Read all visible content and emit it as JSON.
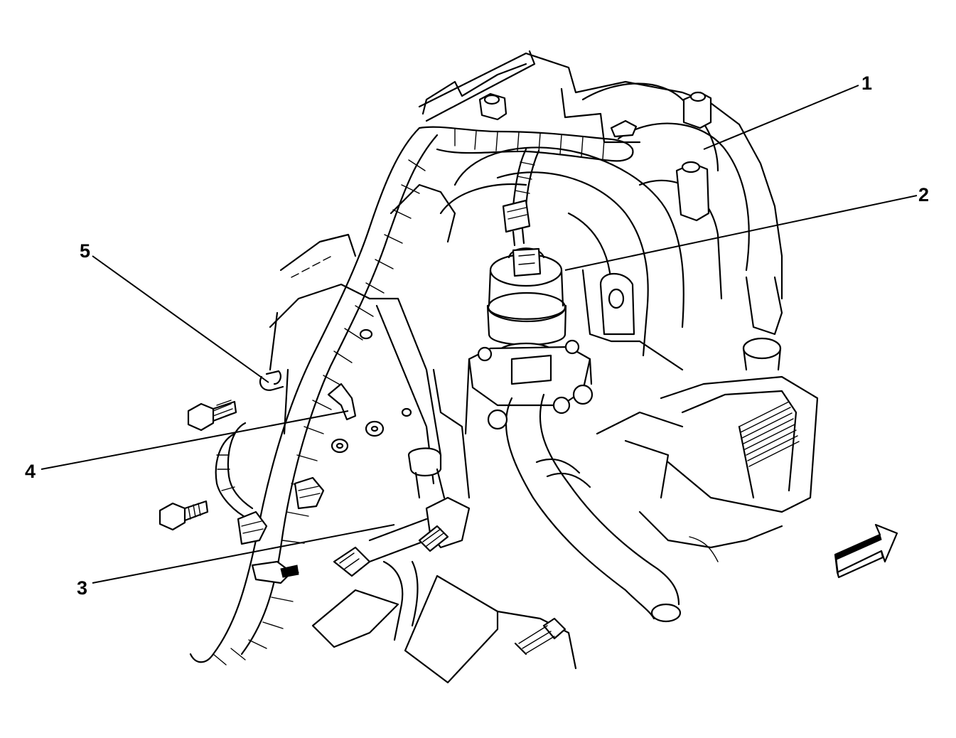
{
  "callouts": [
    {
      "id": "1",
      "label": "1"
    },
    {
      "id": "2",
      "label": "2"
    },
    {
      "id": "3",
      "label": "3"
    },
    {
      "id": "4",
      "label": "4"
    },
    {
      "id": "5",
      "label": "5"
    }
  ],
  "icons": {
    "front_arrow": "front-of-vehicle-arrow-icon"
  }
}
